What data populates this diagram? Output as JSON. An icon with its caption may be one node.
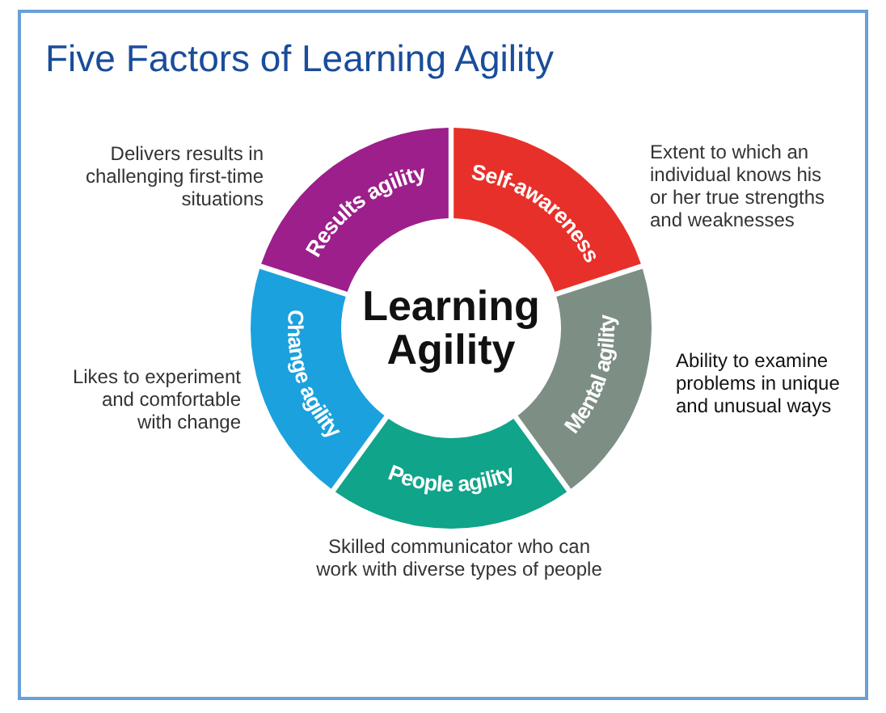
{
  "diagram": {
    "title": "Five Factors of Learning Agility",
    "nodes": [
      {
        "text": [
          "Results agility"
        ],
        "beside": [
          "Delivers results in challenging first-time situations"
        ]
      },
      {
        "text": [
          "Self-awareness"
        ],
        "beside": [
          "Extent to which an individual knows his or her true strengths and weaknesses"
        ]
      },
      {
        "text": [
          "Learning Agility"
        ]
      },
      {
        "text": [
          "Change agility"
        ],
        "beside": [
          "Likes to experiment and comfortable with change"
        ]
      },
      {
        "text": [
          "Mental agility"
        ],
        "beside": [
          "Ability to examine problems in unique and unusual ways"
        ]
      },
      {
        "text": [
          "People agility"
        ],
        "beside": [
          "Skilled communicator who can work with diverse types of people"
        ]
      }
    ]
  }
}
